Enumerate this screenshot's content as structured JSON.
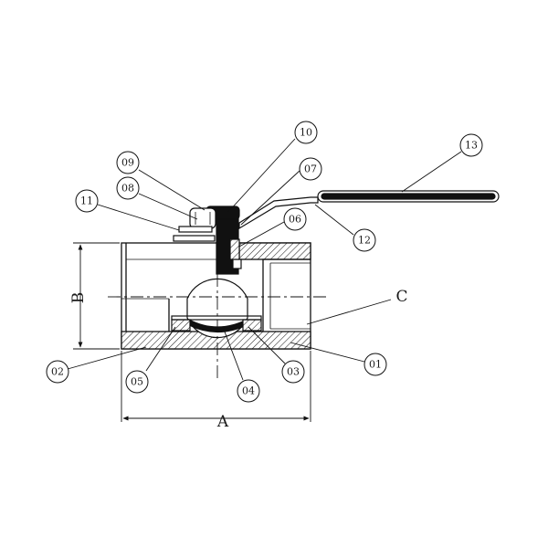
{
  "diagram": {
    "callouts": {
      "c01": "01",
      "c02": "02",
      "c03": "03",
      "c04": "04",
      "c05": "05",
      "c06": "06",
      "c07": "07",
      "c08": "08",
      "c09": "09",
      "c10": "10",
      "c11": "11",
      "c12": "12",
      "c13": "13"
    },
    "dimensions": {
      "a": "A",
      "b": "B",
      "c": "C"
    }
  }
}
